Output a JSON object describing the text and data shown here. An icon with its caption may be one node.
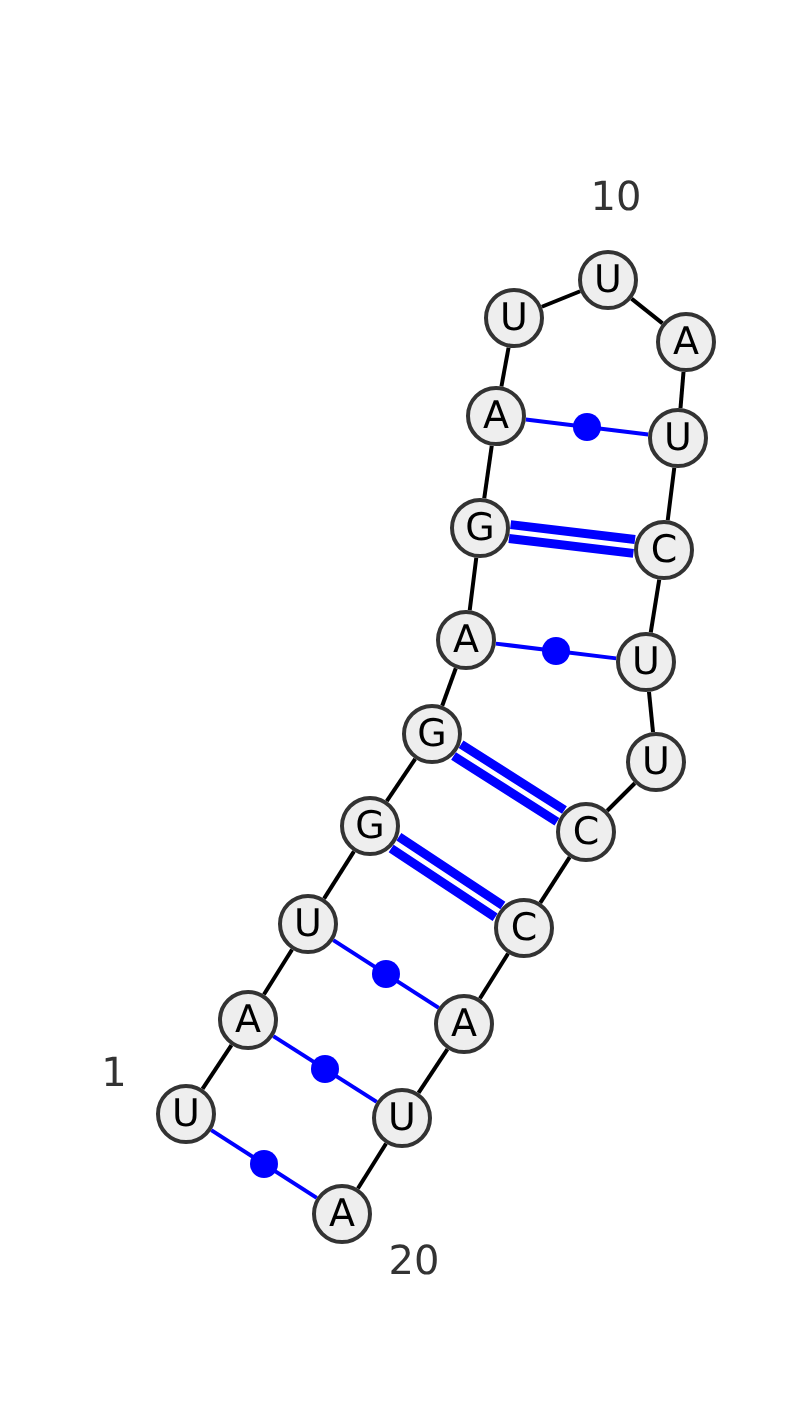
{
  "diagram": {
    "nodes": [
      {
        "text": [
          "U"
        ],
        "beside": [
          "1"
        ]
      },
      {
        "text": [
          "A"
        ]
      },
      {
        "text": [
          "U"
        ]
      },
      {
        "text": [
          "G"
        ]
      },
      {
        "text": [
          "G"
        ]
      },
      {
        "text": [
          "A"
        ]
      },
      {
        "text": [
          "G"
        ]
      },
      {
        "text": [
          "A"
        ]
      },
      {
        "text": [
          "U"
        ]
      },
      {
        "text": [
          "U"
        ],
        "beside": [
          "10"
        ]
      },
      {
        "text": [
          "A"
        ]
      },
      {
        "text": [
          "U"
        ]
      },
      {
        "text": [
          "C"
        ]
      },
      {
        "text": [
          "U"
        ]
      },
      {
        "text": [
          "U"
        ]
      },
      {
        "text": [
          "C"
        ]
      },
      {
        "text": [
          "C"
        ]
      },
      {
        "text": [
          "A"
        ]
      },
      {
        "text": [
          "U"
        ]
      },
      {
        "text": [
          "A"
        ],
        "beside": [
          "20"
        ]
      }
    ],
    "edges": [
      {
        "from": 0,
        "to": 1,
        "arrow": "none"
      },
      {
        "from": 1,
        "to": 2,
        "arrow": "none"
      },
      {
        "from": 2,
        "to": 3,
        "arrow": "none"
      },
      {
        "from": 3,
        "to": 4,
        "arrow": "none"
      },
      {
        "from": 4,
        "to": 5,
        "arrow": "none"
      },
      {
        "from": 5,
        "to": 6,
        "arrow": "none"
      },
      {
        "from": 6,
        "to": 7,
        "arrow": "none"
      },
      {
        "from": 7,
        "to": 8,
        "arrow": "none"
      },
      {
        "from": 8,
        "to": 9,
        "arrow": "none"
      },
      {
        "from": 9,
        "to": 10,
        "arrow": "none"
      },
      {
        "from": 10,
        "to": 11,
        "arrow": "none"
      },
      {
        "from": 11,
        "to": 12,
        "arrow": "none"
      },
      {
        "from": 12,
        "to": 13,
        "arrow": "none"
      },
      {
        "from": 13,
        "to": 14,
        "arrow": "none"
      },
      {
        "from": 14,
        "to": 15,
        "arrow": "none"
      },
      {
        "from": 15,
        "to": 16,
        "arrow": "none"
      },
      {
        "from": 16,
        "to": 17,
        "arrow": "none"
      },
      {
        "from": 17,
        "to": 18,
        "arrow": "none"
      },
      {
        "from": 18,
        "to": 19,
        "arrow": "none"
      },
      {
        "from": 0,
        "to": 19,
        "arrow": "none",
        "color": "#0000ff"
      },
      {
        "from": 1,
        "to": 18,
        "arrow": "none",
        "color": "#0000ff"
      },
      {
        "from": 2,
        "to": 17,
        "arrow": "none",
        "color": "#0000ff"
      },
      {
        "from": 3,
        "to": 16,
        "arrow": "none",
        "style": "thick",
        "color": "#0000ff"
      },
      {
        "from": 4,
        "to": 15,
        "arrow": "none",
        "style": "thick",
        "color": "#0000ff"
      },
      {
        "from": 5,
        "to": 13,
        "arrow": "none",
        "color": "#0000ff"
      },
      {
        "from": 6,
        "to": 12,
        "arrow": "none",
        "style": "thick",
        "color": "#0000ff"
      },
      {
        "from": 7,
        "to": 11,
        "arrow": "none",
        "color": "#0000ff"
      }
    ]
  }
}
